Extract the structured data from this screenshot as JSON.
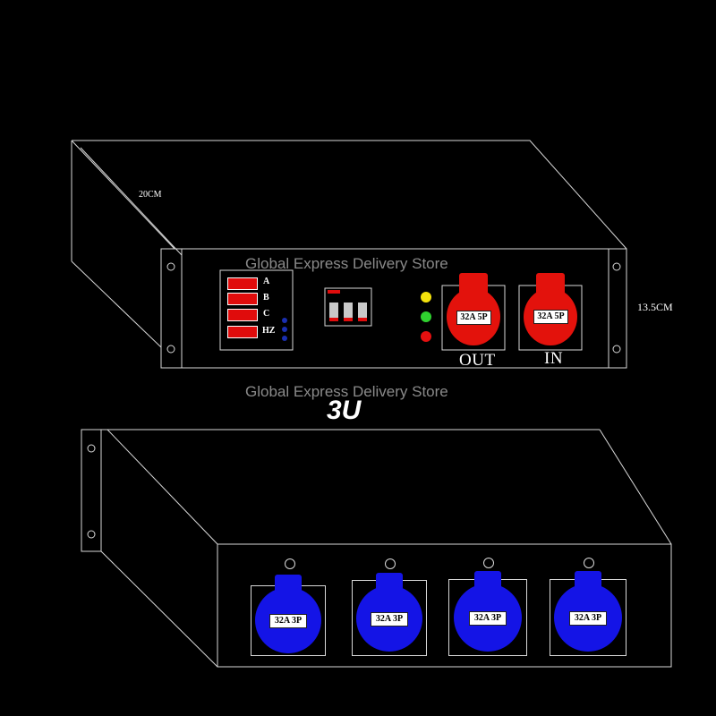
{
  "dimensions": {
    "depth": "20CM",
    "height": "13.5CM"
  },
  "watermark_text": "Global Express Delivery Store",
  "unit_label": "3U",
  "front_panel": {
    "phase_labels": [
      "A",
      "B",
      "C",
      "HZ"
    ],
    "indicator_colors": {
      "yellow": "#f4e20c",
      "green": "#2fd12f",
      "red": "#e51010"
    },
    "sockets": [
      {
        "rating": "32A  5P",
        "label": "OUT"
      },
      {
        "rating": "32A  5P",
        "label": "IN"
      }
    ]
  },
  "rear_panel": {
    "sockets": [
      {
        "rating": "32A  3P"
      },
      {
        "rating": "32A  3P"
      },
      {
        "rating": "32A  3P"
      },
      {
        "rating": "32A  3P"
      }
    ]
  },
  "colors": {
    "red_socket": "#e3120c",
    "blue_socket": "#1414e6",
    "meter_red": "#e00c0c"
  }
}
